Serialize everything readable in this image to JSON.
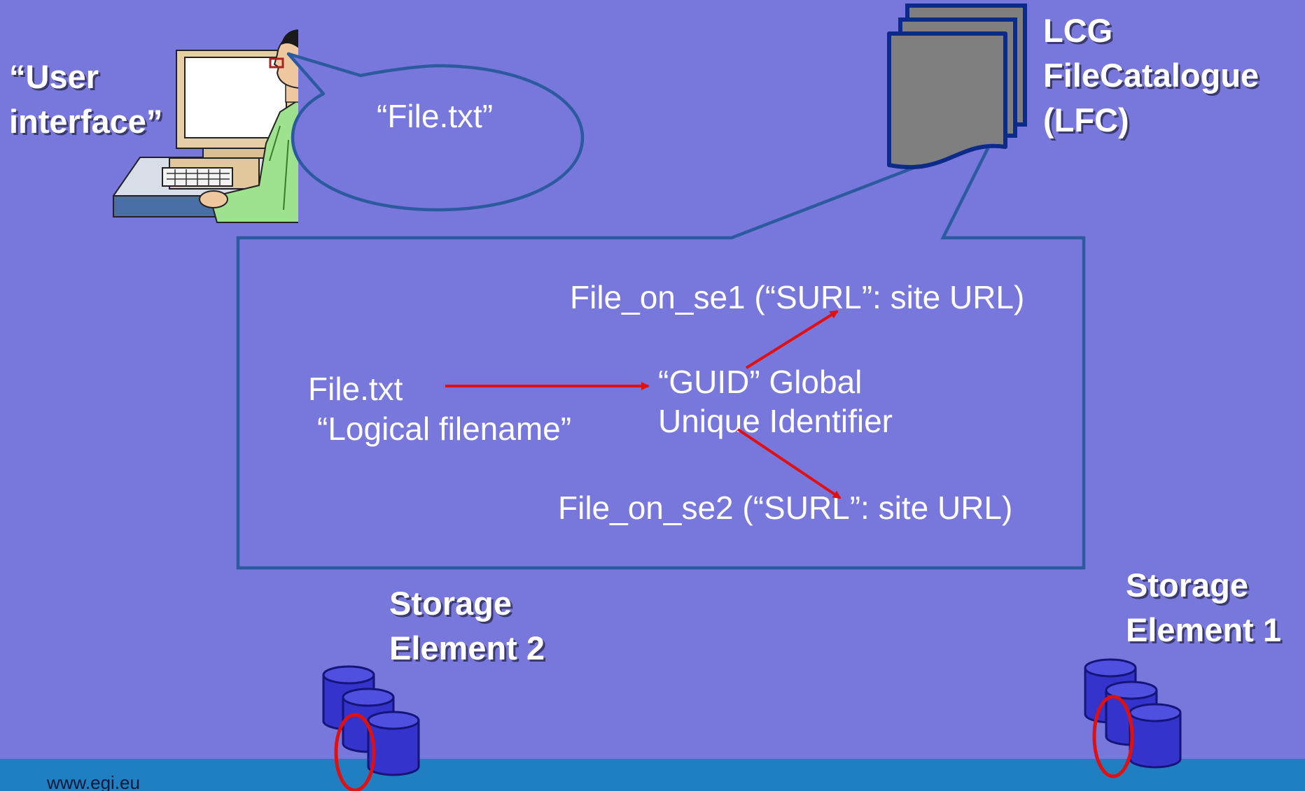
{
  "colors": {
    "background": "#7878dc",
    "outline": "#2b5a9e",
    "arrow": "#e01010",
    "drum": "#3434cc",
    "footer": "#1f7fc0"
  },
  "user_interface": {
    "line1": "“User",
    "line2": "interface”"
  },
  "speech_bubble": {
    "text": "“File.txt”"
  },
  "catalogue": {
    "line1": "LCG",
    "line2": "FileCatalogue",
    "line3": "(LFC)"
  },
  "mapping": {
    "logical_filename": "File.txt",
    "logical_caption": "“Logical filename”",
    "guid_line1": "“GUID” Global",
    "guid_line2": "Unique Identifier",
    "surl1": "File_on_se1 (“SURL”: site URL)",
    "surl2": "File_on_se2 (“SURL”: site URL)"
  },
  "storage_element_2": {
    "line1": "Storage",
    "line2": "Element 2"
  },
  "storage_element_1": {
    "line1": "Storage",
    "line2": "Element 1"
  },
  "footer": {
    "url": "www.egi.eu"
  },
  "icons": [
    "user-at-computer-icon",
    "document-stack-icon",
    "database-icon"
  ]
}
